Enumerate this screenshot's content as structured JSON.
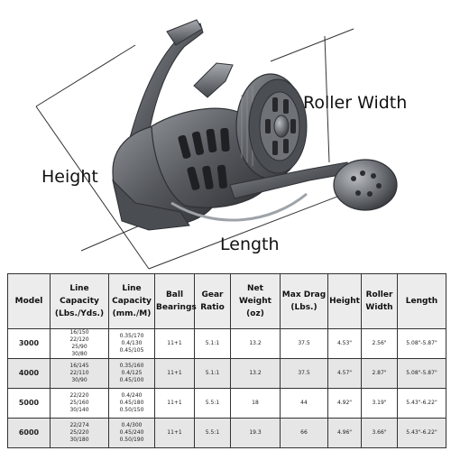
{
  "labels": {
    "roller_width": "Roller Width",
    "height": "Height",
    "length": "Length"
  },
  "colors": {
    "reel_body": "#5a5d62",
    "reel_highlight": "#9ea3a8",
    "reel_dark": "#2e3034",
    "header_bg": "#ececec",
    "shaded_row": "#e6e6e6",
    "border": "#333333"
  },
  "table": {
    "headers": [
      "Model",
      "Line Capacity (Lbs./Yds.)",
      "Line Capacity (mm./M)",
      "Ball Bearings",
      "Gear Ratio",
      "Net Weight (oz)",
      "Max Drag (Lbs.)",
      "Height",
      "Roller Width",
      "Length"
    ],
    "rows": [
      [
        "3000",
        "16/150\n22/120\n25/90\n30/80",
        "0.35/170\n0.4/130\n0.45/105",
        "11+1",
        "5.1:1",
        "13.2",
        "37.5",
        "4.53\"",
        "2.56\"",
        "5.08\"-5.87\""
      ],
      [
        "4000",
        "16/145\n22/110\n30/90",
        "0.35/160\n0.4/125\n0.45/100",
        "11+1",
        "5.1:1",
        "13.2",
        "37.5",
        "4.57\"",
        "2.87\"",
        "5.08\"-5.87\""
      ],
      [
        "5000",
        "22/220\n25/160\n30/140",
        "0.4/240\n0.45/180\n0.50/150",
        "11+1",
        "5.5:1",
        "18",
        "44",
        "4.92\"",
        "3.19\"",
        "5.43\"-6.22\""
      ],
      [
        "6000",
        "22/274\n25/220\n30/180",
        "0.4/300\n0.45/240\n0.50/190",
        "11+1",
        "5.5:1",
        "19.3",
        "66",
        "4.96\"",
        "3.66\"",
        "5.43\"-6.22\""
      ]
    ]
  }
}
